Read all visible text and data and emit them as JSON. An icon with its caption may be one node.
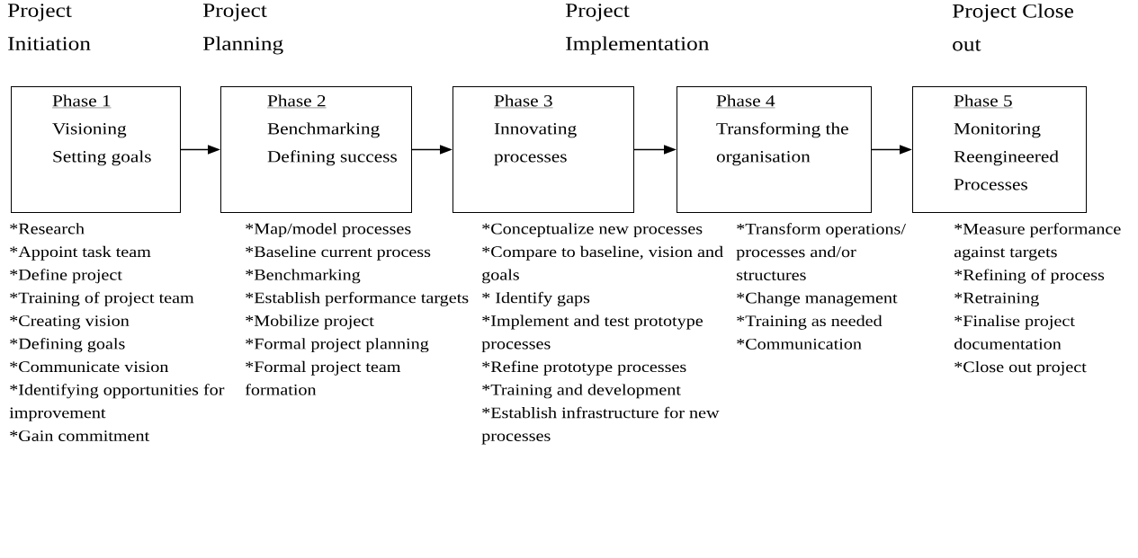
{
  "diagram": {
    "nodes": [
      {
        "text": [
          "Phase 1",
          "Visioning Setting goals"
        ],
        "beside": [
          "*Research",
          "*Appoint task team",
          "*Define project",
          "*Training of project team",
          "*Creating vision",
          "*Defining goals",
          "*Communicate vision",
          "*Identifying opportunities for improvement",
          "*Gain commitment"
        ]
      },
      {
        "text": [
          "Phase 2",
          "Benchmarking Defining success"
        ],
        "beside": [
          "*Map/model processes",
          "*Baseline current process",
          "*Benchmarking",
          "*Establish performance targets",
          "*Mobilize project",
          "*Formal project planning",
          "*Formal project team formation"
        ]
      },
      {
        "text": [
          "Phase 3",
          "Innovating processes"
        ],
        "beside": [
          "*Conceptualize new processes",
          "*Compare to baseline, vision and goals",
          "* Identify gaps",
          "*Implement and test prototype processes",
          "*Refine prototype processes",
          "*Training and development",
          "*Establish infrastructure for new processes"
        ]
      },
      {
        "text": [
          "Phase 4",
          "Transforming the organisation"
        ],
        "beside": [
          "*Transform operations/ processes and/or structures",
          "*Change management",
          "*Training as needed",
          "*Communication"
        ]
      },
      {
        "text": [
          "Phase 5",
          "Monitoring Reengineered Processes"
        ],
        "beside": [
          "*Measure performance against targets",
          "*Refining of process",
          "*Retraining",
          "*Finalise project documentation",
          "*Close out project"
        ]
      }
    ],
    "edges": [
      {
        "from": 0,
        "to": 1,
        "arrow": "to"
      },
      {
        "from": 1,
        "to": 2,
        "arrow": "to"
      },
      {
        "from": 2,
        "to": 3,
        "arrow": "to"
      },
      {
        "from": 3,
        "to": 4,
        "arrow": "to"
      }
    ],
    "labels": [
      "Project Initiation",
      "Project Planning",
      "Project Implementation",
      "Project Close out"
    ]
  }
}
